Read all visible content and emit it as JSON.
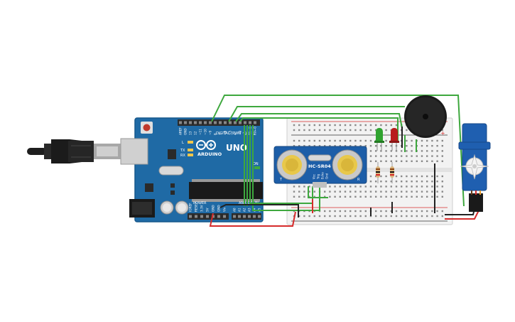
{
  "arduino": {
    "brand": "ARDUINO",
    "model": "UNO",
    "digital_header": "DIGITAL (PWM ~)",
    "power_header": "POWER",
    "analog_header": "ANALOG IN",
    "digital_pins": [
      "AREF",
      "GND",
      "13",
      "12",
      "~11",
      "~10",
      "~9",
      "8",
      "7",
      "~6",
      "~5",
      "4",
      "~3",
      "2",
      "TX→1",
      "RX←0"
    ],
    "power_pins": [
      "IOREF",
      "RESET",
      "3.3V",
      "5V",
      "GND",
      "GND",
      "Vin"
    ],
    "analog_pins": [
      "A0",
      "A1",
      "A2",
      "A3",
      "A4",
      "A5"
    ],
    "leds": [
      "L",
      "TX",
      "RX"
    ],
    "on_label": "ON",
    "colors": {
      "board": "#1f6aa5",
      "board_edge": "#17588c",
      "header": "#2b2b2b"
    }
  },
  "sensor": {
    "label": "HC-SR04",
    "pins": [
      "Vcc",
      "Trig",
      "Echo",
      "Gnd"
    ],
    "side_left": "T",
    "side_right": "R",
    "colors": {
      "board": "#1d5ea8",
      "transducer": "#c9c9c9",
      "inner": "#e8c84a"
    }
  },
  "wires": {
    "green": "#3ea83e",
    "red": "#d62b2b",
    "black": "#222222"
  },
  "components": {
    "led_green": "#2fa32f",
    "led_red": "#b81c1c",
    "buzzer": "#1b1b1b",
    "servo": "#1f5fb0"
  }
}
